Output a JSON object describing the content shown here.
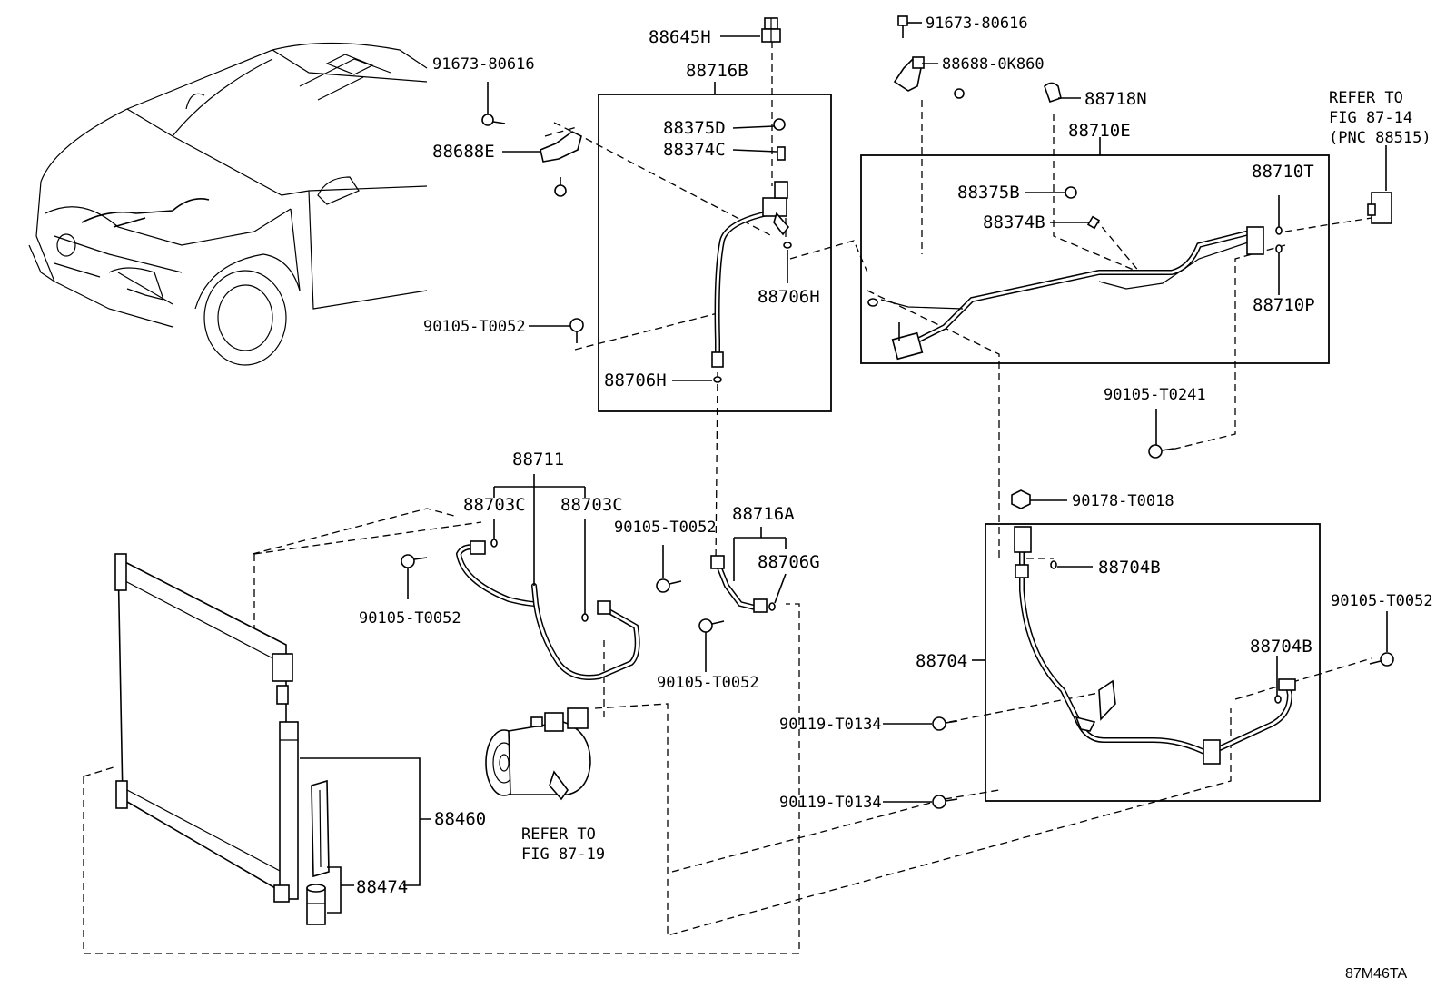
{
  "diagram_code": "87M46TA",
  "groups": {
    "g_88716B": "88716B",
    "g_88710E": "88710E",
    "g_88704": "88704",
    "g_88711": "88711",
    "g_88716A": "88716A",
    "g_88460": "88460",
    "g_88474": "88474"
  },
  "parts": {
    "p_88645H": "88645H",
    "p_91673_top": "91673-80616",
    "p_88688_0K860": "88688-0K860",
    "p_88718N": "88718N",
    "p_91673_left": "91673-80616",
    "p_88688E": "88688E",
    "p_88375D": "88375D",
    "p_88374C": "88374C",
    "p_88706H_a": "88706H",
    "p_88706H_b": "88706H",
    "p_90105_T0052_a": "90105-T0052",
    "p_88375B": "88375B",
    "p_88374B": "88374B",
    "p_88710T": "88710T",
    "p_88710P": "88710P",
    "p_90105_T0241": "90105-T0241",
    "p_88703C_a": "88703C",
    "p_88703C_b": "88703C",
    "p_90105_T0052_b": "90105-T0052",
    "p_90105_T0052_c": "90105-T0052",
    "p_88706G": "88706G",
    "p_90105_T0052_d": "90105-T0052",
    "p_90178_T0018": "90178-T0018",
    "p_88704B_a": "88704B",
    "p_88704B_b": "88704B",
    "p_90105_T0052_e": "90105-T0052",
    "p_90119_T0134_a": "90119-T0134",
    "p_90119_T0134_b": "90119-T0134"
  },
  "refs": {
    "ref1_l1": "REFER TO",
    "ref1_l2": "FIG 87-14",
    "ref1_l3": "(PNC 88515)",
    "ref2_l1": "REFER TO",
    "ref2_l2": "FIG 87-19"
  }
}
